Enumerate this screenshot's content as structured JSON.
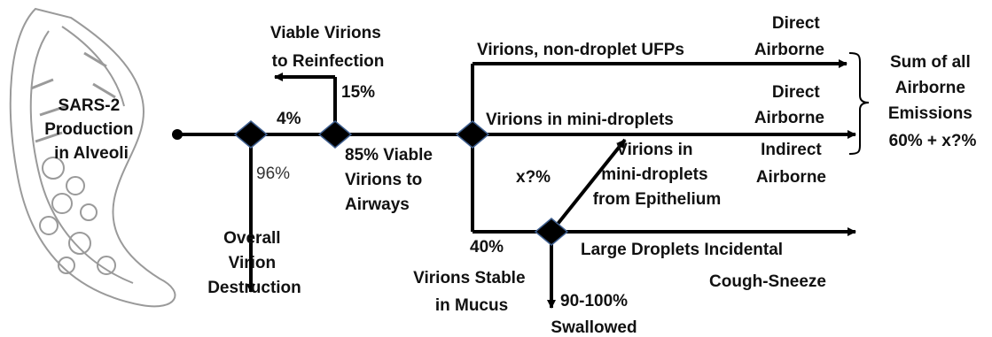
{
  "colors": {
    "line": "#000000",
    "diamond_fill": "#000000",
    "diamond_stroke": "#3f5f8f",
    "sketch": "#9a9a9a"
  },
  "labels": {
    "sars2_production": [
      "SARS-2",
      "Production",
      "in Alveoli"
    ],
    "pct_4": "4%",
    "pct_96": "96%",
    "overall_destruction": [
      "Overall",
      "Virion",
      "Destruction"
    ],
    "reinfection": [
      "Viable Virions",
      "to Reinfection"
    ],
    "pct_15": "15%",
    "viable_airways": [
      "85% Viable",
      "Virions to",
      "Airways"
    ],
    "ufps": "Virions, non-droplet UFPs",
    "mini_droplets": "Virions in mini-droplets",
    "epithelium": [
      "Virions in",
      "mini-droplets",
      "from Epithelium"
    ],
    "pct_x": "x?%",
    "direct_airborne_1": [
      "Direct",
      "Airborne"
    ],
    "direct_airborne_2": [
      "Direct",
      "Airborne"
    ],
    "indirect_airborne": [
      "Indirect",
      "Airborne"
    ],
    "sum_emissions": [
      "Sum of all",
      "Airborne",
      "Emissions",
      "60% + x?%"
    ],
    "pct_40": "40%",
    "mucus": [
      "Virions Stable",
      "in Mucus"
    ],
    "large_droplets": "Large Droplets Incidental",
    "cough_sneeze": "Cough-Sneeze",
    "pct_90_100": "90-100%",
    "swallowed": "Swallowed"
  }
}
